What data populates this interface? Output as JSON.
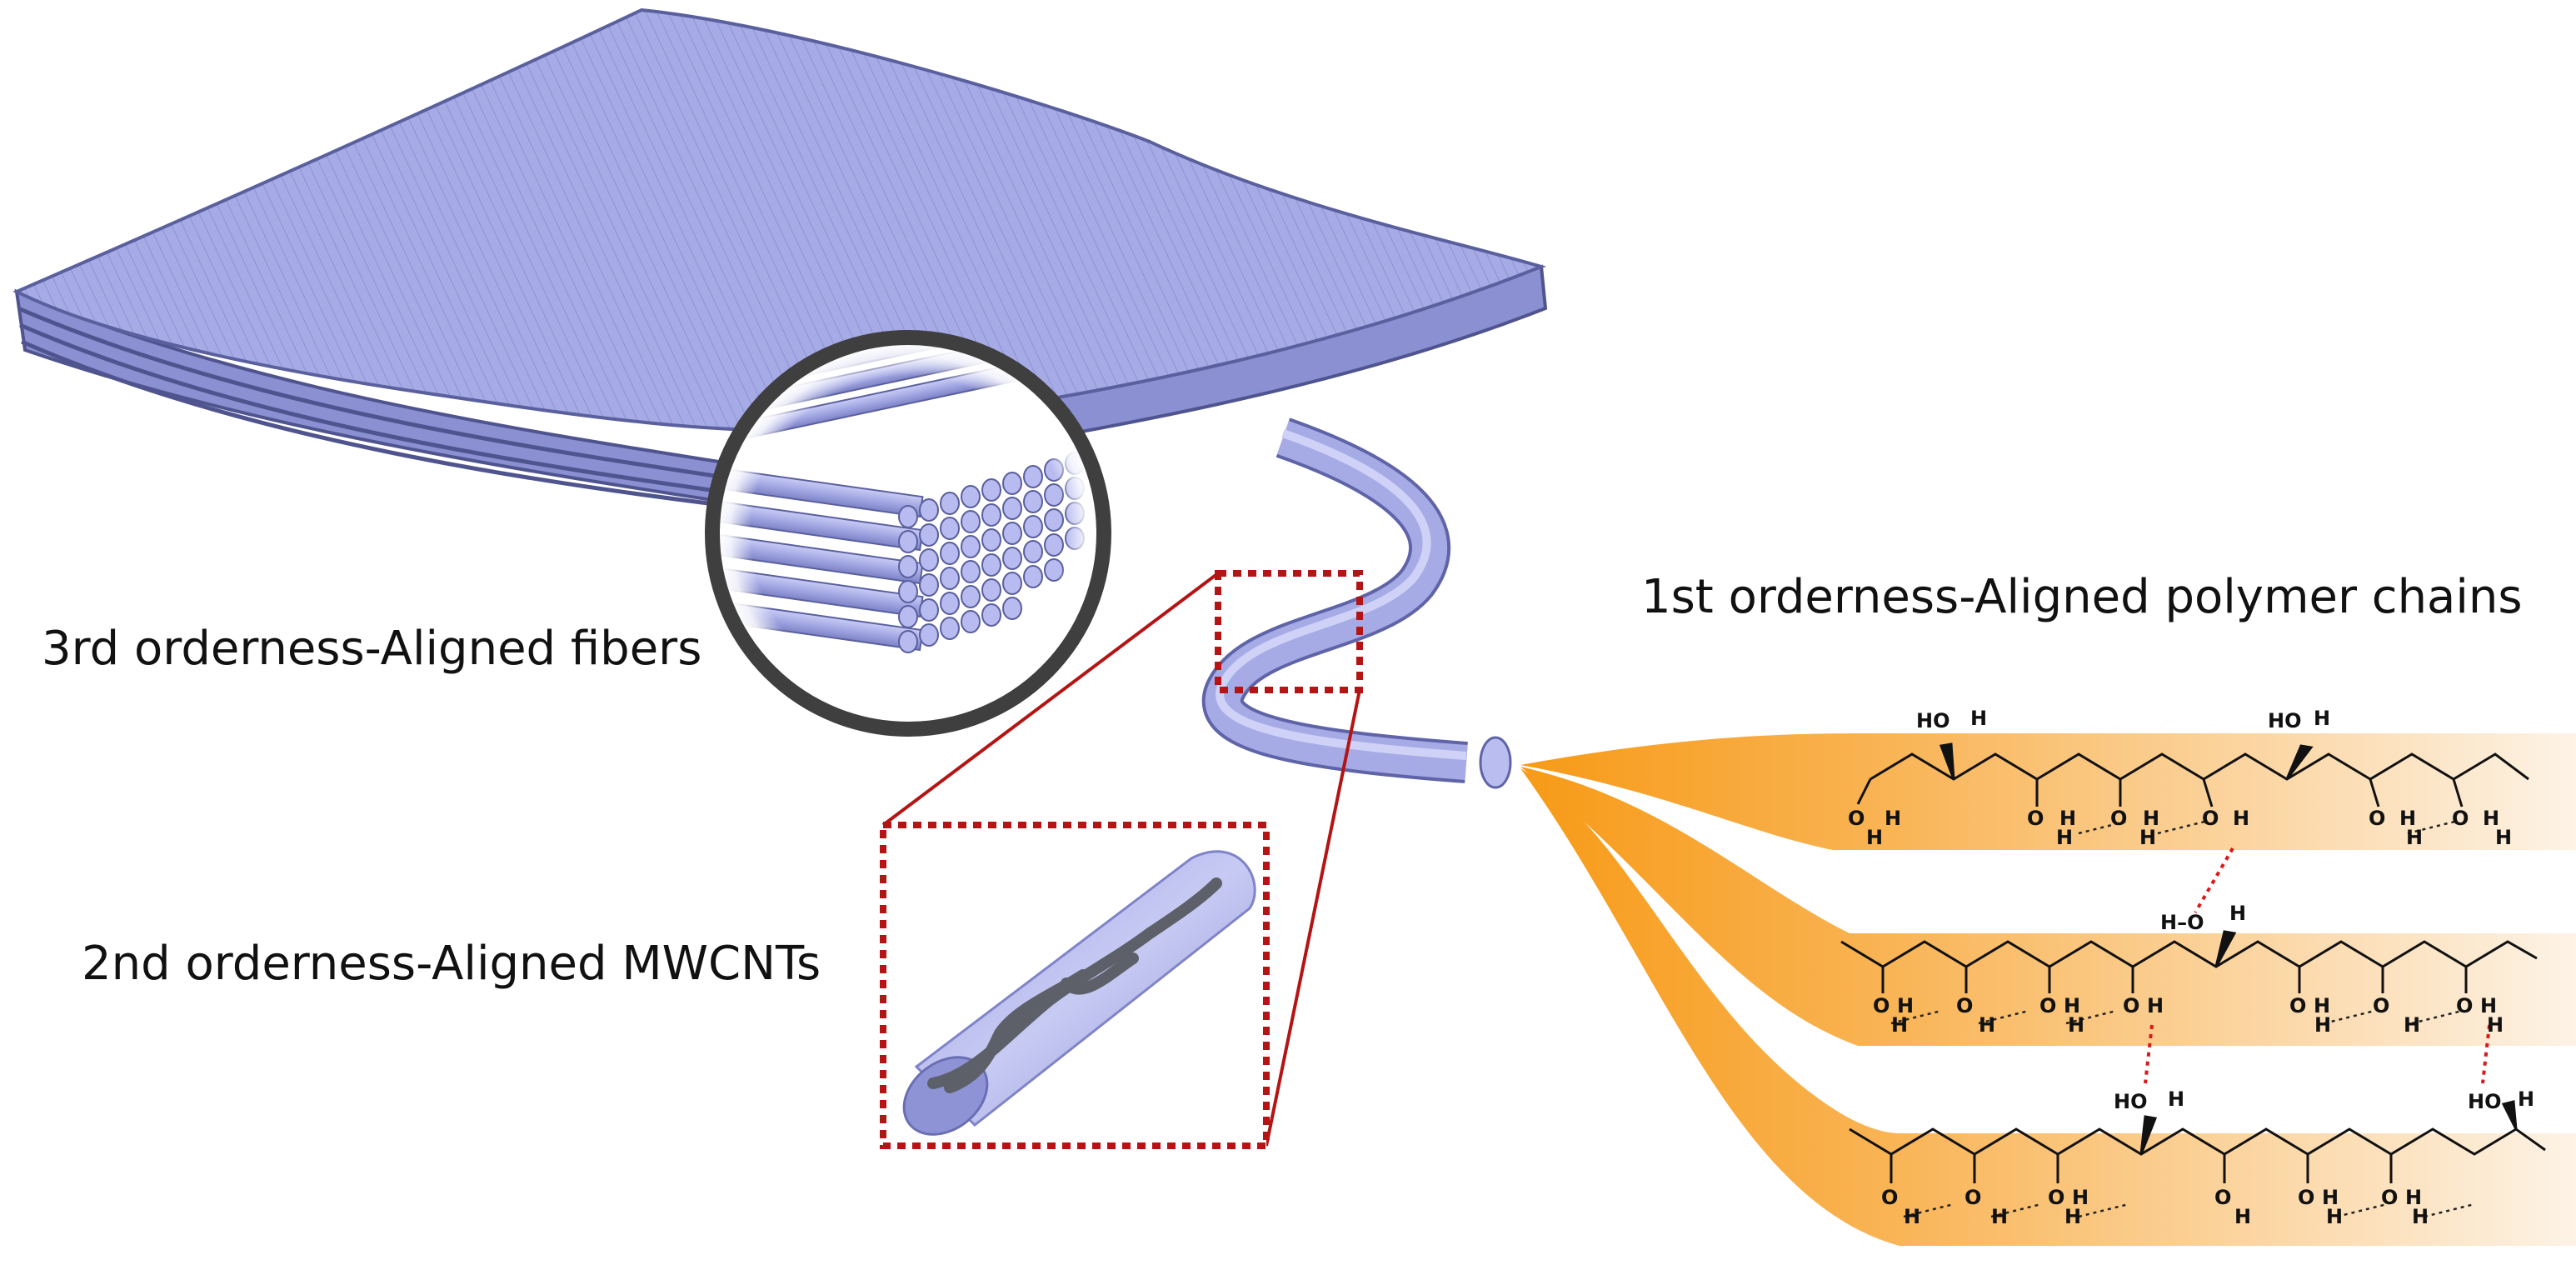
{
  "labels": {
    "third_order": "3rd orderness-Aligned fibers",
    "second_order": "2nd orderness-Aligned MWCNTs",
    "first_order": "1st orderness-Aligned polymer chains"
  },
  "chemistry": {
    "hydroxyl": "O",
    "hydrogen": "H",
    "hydroxyl_group": "HO",
    "h_bond_group": "H–O"
  },
  "colors": {
    "fiber": "#a3a8e4",
    "fiber_edge": "#5a5f9e",
    "polymer_band": "#f7a12a",
    "hbond": "#d9191c",
    "callout": "#b41414",
    "lens_ring": "#3f3f3f",
    "nanotube": "#5d6069"
  }
}
